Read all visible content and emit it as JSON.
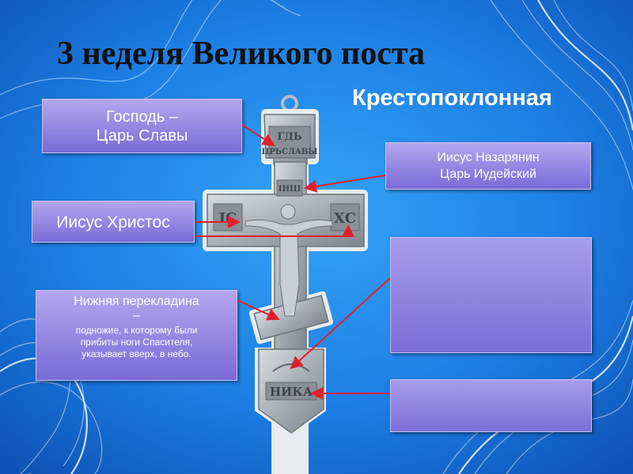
{
  "slide": {
    "title": "3 неделя Великого поста",
    "subtitle": "Крестопоклонная"
  },
  "labels": {
    "lord_line1": "Господь –",
    "lord_line2": "Царь Славы",
    "nazarene_line1": "Иисус Назарянин",
    "nazarene_line2": "Царь Иудейский",
    "christ": "Иисус Христос",
    "lower_heading_line1": "Нижняя перекладина",
    "lower_heading_line2": "–",
    "lower_text_line1": "подножие, к которому были",
    "lower_text_line2": "прибиты ноги Спасителя,",
    "lower_text_line3": "указывает вверх, в небо."
  },
  "cross_inscriptions": {
    "top1": "ГДЬ",
    "top2": "ЦРЬСЛАВЫ",
    "inri": "IНЦI",
    "left": "IС",
    "right": "ХС",
    "bottom": "НИКА"
  },
  "colors": {
    "background": "#1f86ea",
    "box_top": "#b3a7ee",
    "box_bottom": "#7a6bd6",
    "arrow": "#e0202a"
  }
}
